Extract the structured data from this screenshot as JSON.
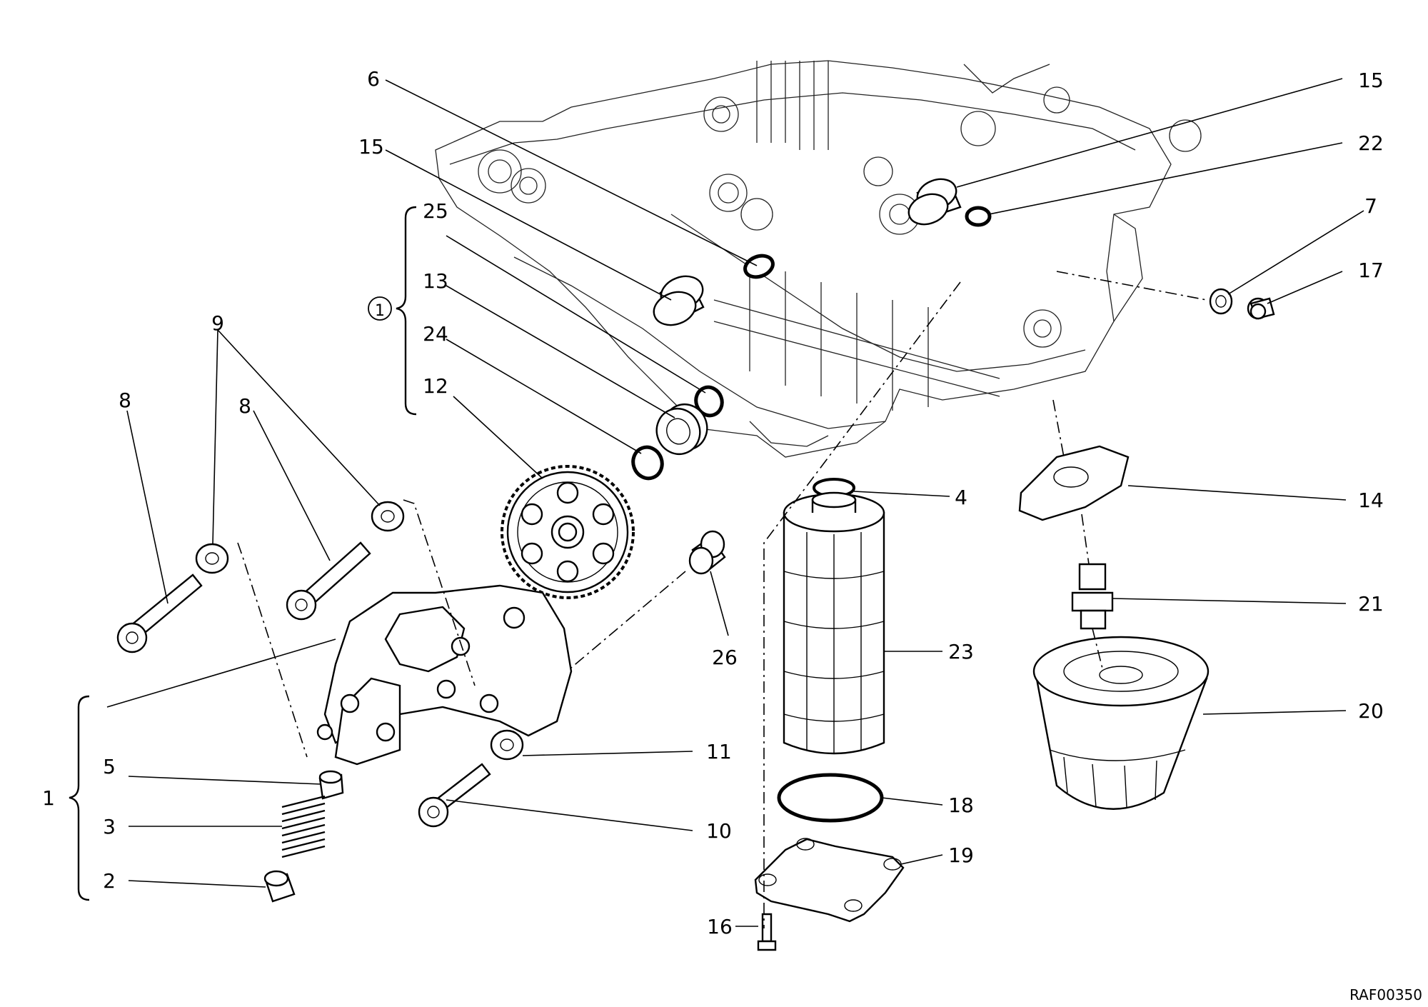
{
  "diagram": {
    "reference_code": "RAF00350",
    "group_circle_label": "1",
    "callouts": {
      "c6": "6",
      "c15a": "15",
      "c15b": "15",
      "c22": "22",
      "c7": "7",
      "c17": "17",
      "c25": "25",
      "c13": "13",
      "c24": "24",
      "c12": "12",
      "c9": "9",
      "c8a": "8",
      "c8b": "8",
      "c4": "4",
      "c14": "14",
      "c21": "21",
      "c26": "26",
      "c23": "23",
      "c20": "20",
      "c1": "1",
      "c5": "5",
      "c11": "11",
      "c18": "18",
      "c3": "3",
      "c10": "10",
      "c19": "19",
      "c2": "2",
      "c16": "16"
    }
  }
}
